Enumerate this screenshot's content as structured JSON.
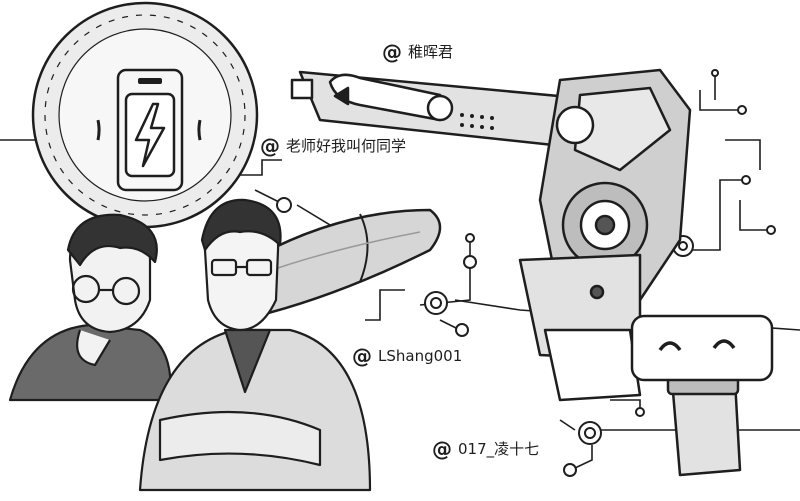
{
  "tags": [
    {
      "symbol": "@",
      "name": "稚晖君"
    },
    {
      "symbol": "@",
      "name": "老师好我叫何同学"
    },
    {
      "symbol": "@",
      "name": "LShang001"
    },
    {
      "symbol": "@",
      "name": "017_凌十七"
    }
  ],
  "icons": [
    "wireless-charger-icon",
    "battery-lightning-icon",
    "rocket-icon",
    "robot-arm-icon",
    "mini-robot-icon",
    "circuit-trace-icon"
  ],
  "colors": {
    "line": "#1e1e1e",
    "fill_light": "#e2e2e2",
    "fill_mid": "#bdbdbd",
    "fill_dark": "#555555",
    "background": "#ffffff"
  }
}
